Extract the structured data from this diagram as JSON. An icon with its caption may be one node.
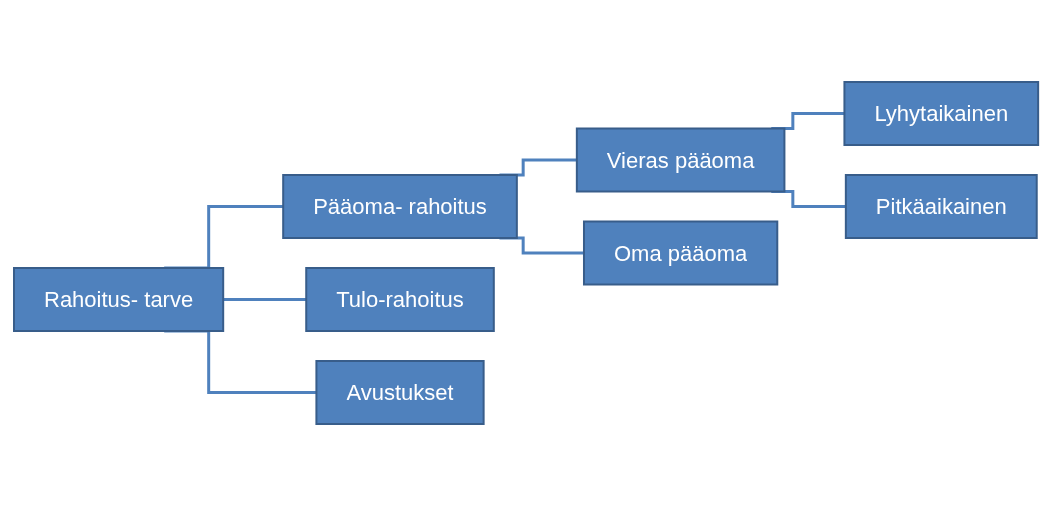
{
  "diagram": {
    "nodes": [
      {
        "text": [
          "Rahoitus- tarve"
        ]
      },
      {
        "text": [
          "Pääoma- rahoitus"
        ]
      },
      {
        "text": [
          "Vieras pääoma"
        ]
      },
      {
        "text": [
          "Lyhytaikainen"
        ]
      },
      {
        "text": [
          "Pitkäaikainen"
        ]
      },
      {
        "text": [
          "Oma pääoma"
        ]
      },
      {
        "text": [
          "Tulo-rahoitus"
        ]
      },
      {
        "text": [
          "Avustukset"
        ]
      }
    ],
    "edges": [
      {
        "from": 0,
        "to": 1,
        "arrow": "none"
      },
      {
        "from": 1,
        "to": 2,
        "arrow": "none"
      },
      {
        "from": 2,
        "to": 3,
        "arrow": "none"
      },
      {
        "from": 2,
        "to": 4,
        "arrow": "none"
      },
      {
        "from": 1,
        "to": 5,
        "arrow": "none"
      },
      {
        "from": 0,
        "to": 6,
        "arrow": "none"
      },
      {
        "from": 0,
        "to": 7,
        "arrow": "none"
      }
    ]
  }
}
